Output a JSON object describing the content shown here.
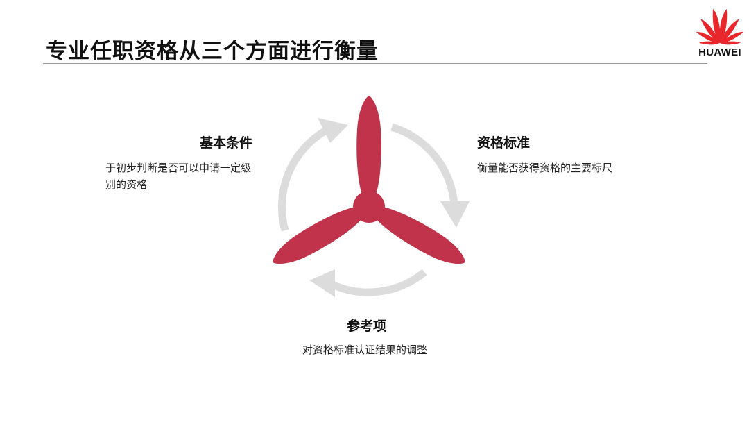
{
  "header": {
    "title": "专业任职资格从三个方面进行衡量",
    "logo_text": "HUAWEI",
    "logo_icon": "huawei-petal-logo-icon"
  },
  "colors": {
    "accent_red": "#C0334A",
    "arrow_gray": "#DCDCDC",
    "logo_red": "#E8262B"
  },
  "diagram": {
    "center_icon": "three-blade-propeller-icon",
    "cycle_icon": "circular-arrows-icon",
    "blocks": {
      "basic": {
        "heading": "基本条件",
        "text": "于初步判断是否可以申请一定级别的资格"
      },
      "standard": {
        "heading": "资格标准",
        "text": "衡量能否获得资格的主要标尺"
      },
      "reference": {
        "heading": "参考项",
        "text": "对资格标准认证结果的调整"
      }
    }
  }
}
